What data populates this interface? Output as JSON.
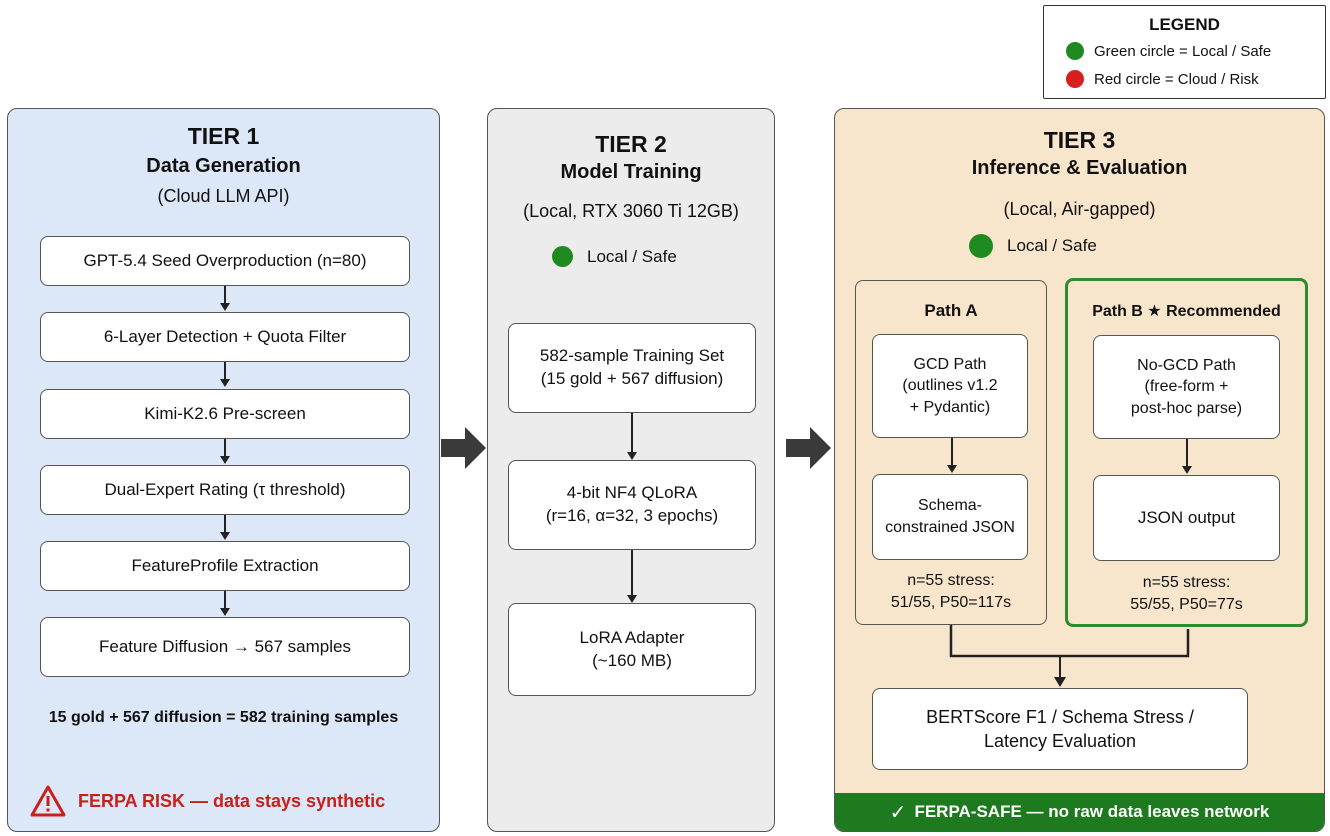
{
  "legend": {
    "title": "LEGEND",
    "items": [
      {
        "label": "Green circle = Local / Safe",
        "color": "#1f8a1f"
      },
      {
        "label": "Red circle = Cloud / Risk",
        "color": "#d81f1f"
      }
    ]
  },
  "tier1": {
    "label": "TIER 1",
    "subtitle": "Data Generation",
    "note": "(Cloud LLM API)",
    "steps": [
      "GPT-5.4 Seed Overproduction (n=80)",
      "6-Layer Detection + Quota Filter",
      "Kimi-K2.6 Pre-screen",
      "Dual-Expert Rating (τ threshold)",
      "FeatureProfile Extraction",
      "Feature Diffusion → 567 samples"
    ],
    "summary": "15 gold + 567 diffusion = 582 training samples",
    "risk": "FERPA RISK — data stays synthetic",
    "risk_color": "#c8201a"
  },
  "tier2": {
    "label": "TIER 2",
    "subtitle": "Model Training",
    "note": "(Local, RTX 3060 Ti 12GB)",
    "status": "Local / Safe",
    "steps": [
      {
        "line1": "582-sample Training Set",
        "line2": "(15 gold + 567 diffusion)"
      },
      {
        "line1": "4-bit NF4 QLoRA",
        "line2": "(r=16, α=32, 3 epochs)"
      },
      {
        "line1": "LoRA Adapter",
        "line2": "(~160 MB)"
      }
    ]
  },
  "tier3": {
    "label": "TIER 3",
    "subtitle": "Inference & Evaluation",
    "note": "(Local, Air-gapped)",
    "status": "Local / Safe",
    "path_a": {
      "title": "Path A",
      "step1": {
        "line1": "GCD Path",
        "line2": "(outlines v1.2",
        "line3": "+ Pydantic)"
      },
      "step2": {
        "line1": "Schema-",
        "line2": "constrained JSON"
      },
      "stress1": "n=55 stress:",
      "stress2": "51/55, P50=117s"
    },
    "path_b": {
      "title": "Path B ★ Recommended",
      "step1": {
        "line1": "No-GCD Path",
        "line2": "(free-form +",
        "line3": "post-hoc parse)"
      },
      "step2": {
        "line1": "JSON output"
      },
      "stress1": "n=55 stress:",
      "stress2": "55/55, P50=77s"
    },
    "eval": {
      "line1": "BERTScore F1 / Schema Stress /",
      "line2": "Latency Evaluation"
    },
    "footer": "FERPA-SAFE — no raw data leaves network",
    "footer_check": "✓"
  }
}
